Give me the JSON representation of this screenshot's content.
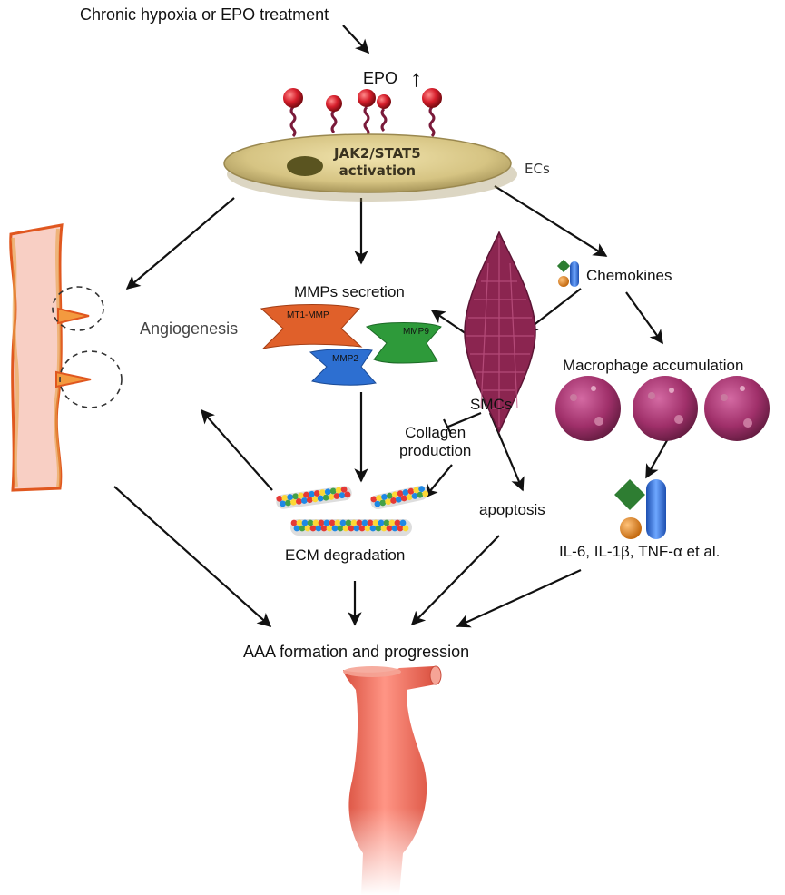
{
  "labels": {
    "stimulus": "Chronic hypoxia or EPO treatment",
    "epo": "EPO",
    "epo_up_arrow": "↑",
    "jak_line1": "JAK2/STAT5",
    "jak_line2": "activation",
    "ecs": "ECs",
    "angiogenesis": "Angiogenesis",
    "mmps_secretion": "MMPs secretion",
    "mt1_mmp": "MT1-MMP",
    "mmp2": "MMP2",
    "mmp9": "MMP9",
    "chemokines": "Chemokines",
    "macrophage": "Macrophage accumulation",
    "smcs": "SMCs",
    "collagen_line1": "Collagen",
    "collagen_line2": "production",
    "apoptosis": "apoptosis",
    "ecm": "ECM degradation",
    "cytokines": "IL-6, IL-1β, TNF-α et al.",
    "aaa": "AAA formation and progression"
  },
  "colors": {
    "endothelial_cell": "#d9c98f",
    "nucleus": "#5a5420",
    "receptor_head": "#d61e2b",
    "vessel": "#f6c9bf",
    "vessel_border": "#e0571f",
    "mt1_mmp": "#e0602a",
    "mmp2": "#2d6fd1",
    "mmp9": "#2e9a3a",
    "smc": "#8b2550",
    "macrophage": "#a0306a",
    "aorta": "#ee6e5e"
  }
}
